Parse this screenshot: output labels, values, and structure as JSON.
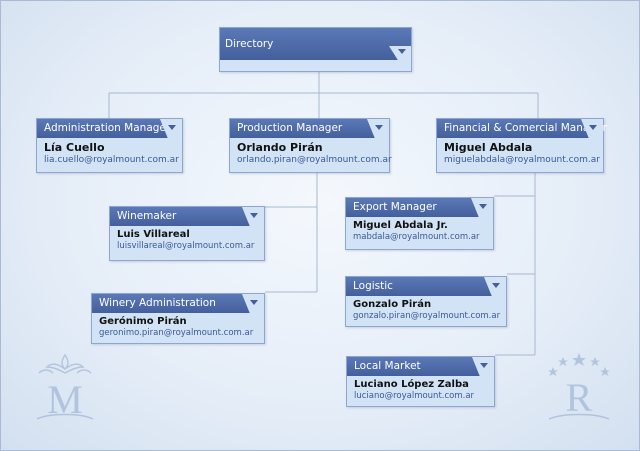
{
  "directory": {
    "label": "Directory"
  },
  "nodes": {
    "admin": {
      "title": "Administration Manager",
      "name": "Lía Cuello",
      "email": "lia.cuello@royalmount.com.ar"
    },
    "prod": {
      "title": "Production Manager",
      "name": "Orlando Pirán",
      "email": "orlando.piran@royalmount.com.ar"
    },
    "fin": {
      "title": "Financial & Comercial Manager",
      "name": "Miguel Abdala",
      "email": "miguelabdala@royalmount.com.ar"
    },
    "wine": {
      "title": "Winemaker",
      "name": "Luis Villareal",
      "email": "luisvillareal@royalmount.com.ar"
    },
    "winery": {
      "title": "Winery Administration",
      "name": "Gerónimo Pirán",
      "email": "geronimo.piran@royalmount.com.ar"
    },
    "export": {
      "title": "Export Manager",
      "name": "Miguel Abdala Jr.",
      "email": "mabdala@royalmount.com.ar"
    },
    "logistic": {
      "title": "Logistic",
      "name": "Gonzalo Pirán",
      "email": "gonzalo.piran@royalmount.com.ar"
    },
    "local": {
      "title": "Local Market",
      "name": "Luciano López Zalba",
      "email": "luciano@royalmount.com.ar"
    }
  },
  "logos": {
    "left": "M",
    "right": "R"
  },
  "colors": {
    "header": "#4a66a4",
    "card": "#d2e3f6",
    "border": "#8fa7cc",
    "line": "#a8b9d2"
  }
}
